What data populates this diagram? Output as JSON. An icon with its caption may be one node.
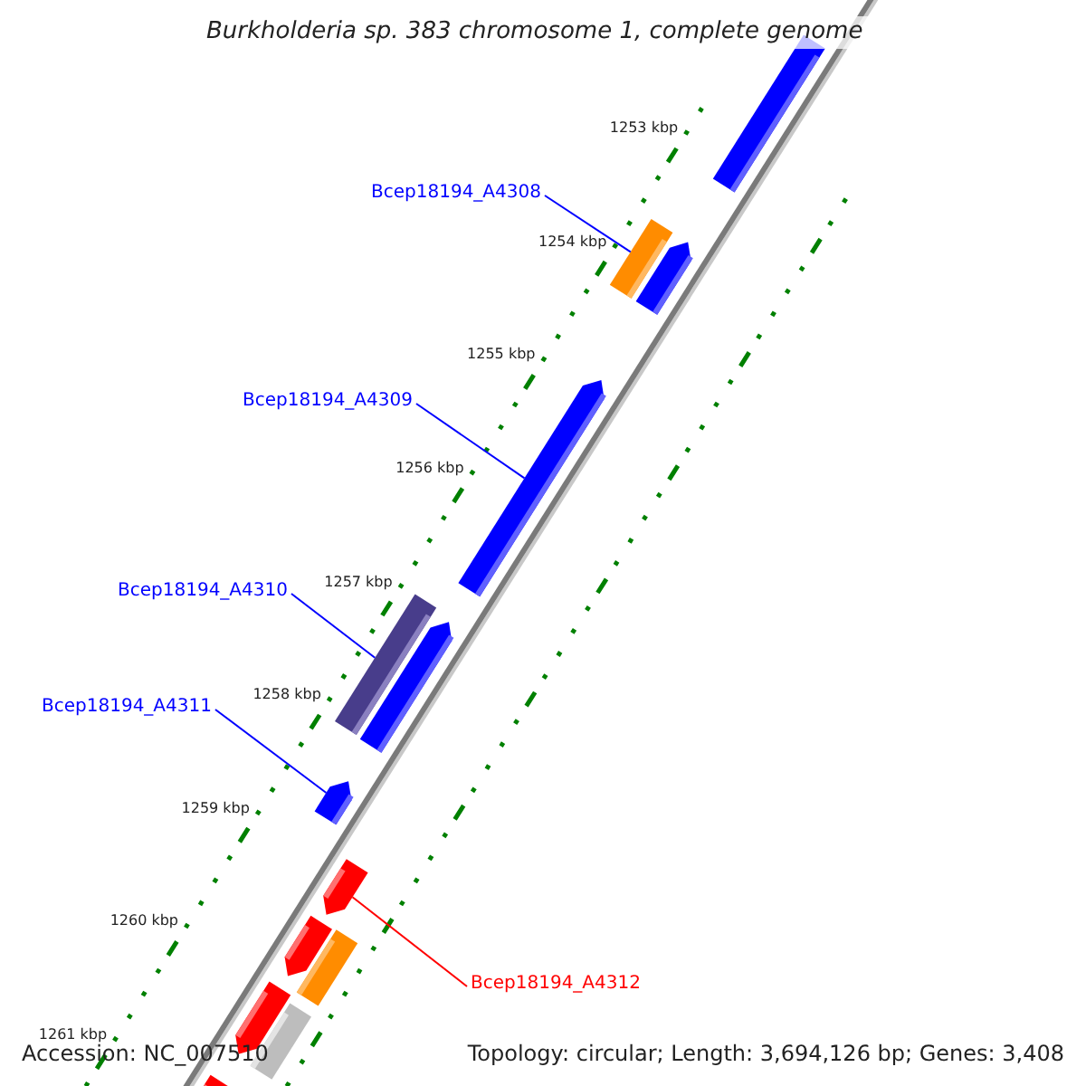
{
  "diagram": {
    "title": "Burkholderia sp. 383 chromosome 1, complete genome",
    "nodes": [
      {
        "text": [],
        "shape": "bar"
      },
      {
        "text": [
          "Bcep18194_A4308"
        ]
      },
      {
        "text": [],
        "shape": "bar"
      },
      {
        "text": [],
        "shape": "arrow"
      },
      {
        "text": [
          "Bcep18194_A4309"
        ]
      },
      {
        "text": [],
        "shape": "arrow"
      },
      {
        "text": [
          "Bcep18194_A4310"
        ]
      },
      {
        "text": [],
        "shape": "bar"
      },
      {
        "text": [],
        "shape": "arrow"
      },
      {
        "text": [
          "Bcep18194_A4311"
        ]
      },
      {
        "text": [],
        "shape": "arrow"
      },
      {
        "text": [],
        "shape": "arrow"
      },
      {
        "text": [],
        "shape": "arrow"
      },
      {
        "text": [
          "Bcep18194_A4312"
        ]
      },
      {
        "text": [],
        "shape": "bar"
      },
      {
        "text": [],
        "shape": "arrow"
      },
      {
        "text": [],
        "shape": "bar"
      },
      {
        "text": [],
        "shape": "bar"
      }
    ],
    "edges": [
      {
        "from": 1,
        "to": 2,
        "arrow": "none"
      },
      {
        "from": 4,
        "to": 5,
        "arrow": "none"
      },
      {
        "from": 6,
        "to": 7,
        "arrow": "none"
      },
      {
        "from": 9,
        "to": 10,
        "arrow": "none"
      },
      {
        "from": 13,
        "to": 11,
        "arrow": "none",
        "color": "#ff0000"
      }
    ],
    "labels": [
      "1253 kbp",
      "1254 kbp",
      "1255 kbp",
      "1256 kbp",
      "1257 kbp",
      "1258 kbp",
      "1259 kbp",
      "1260 kbp",
      "1261 kbp",
      "Accession: NC_007510",
      "Topology: circular; Length: 3,694,126 bp; Genes: 3,408"
    ]
  }
}
